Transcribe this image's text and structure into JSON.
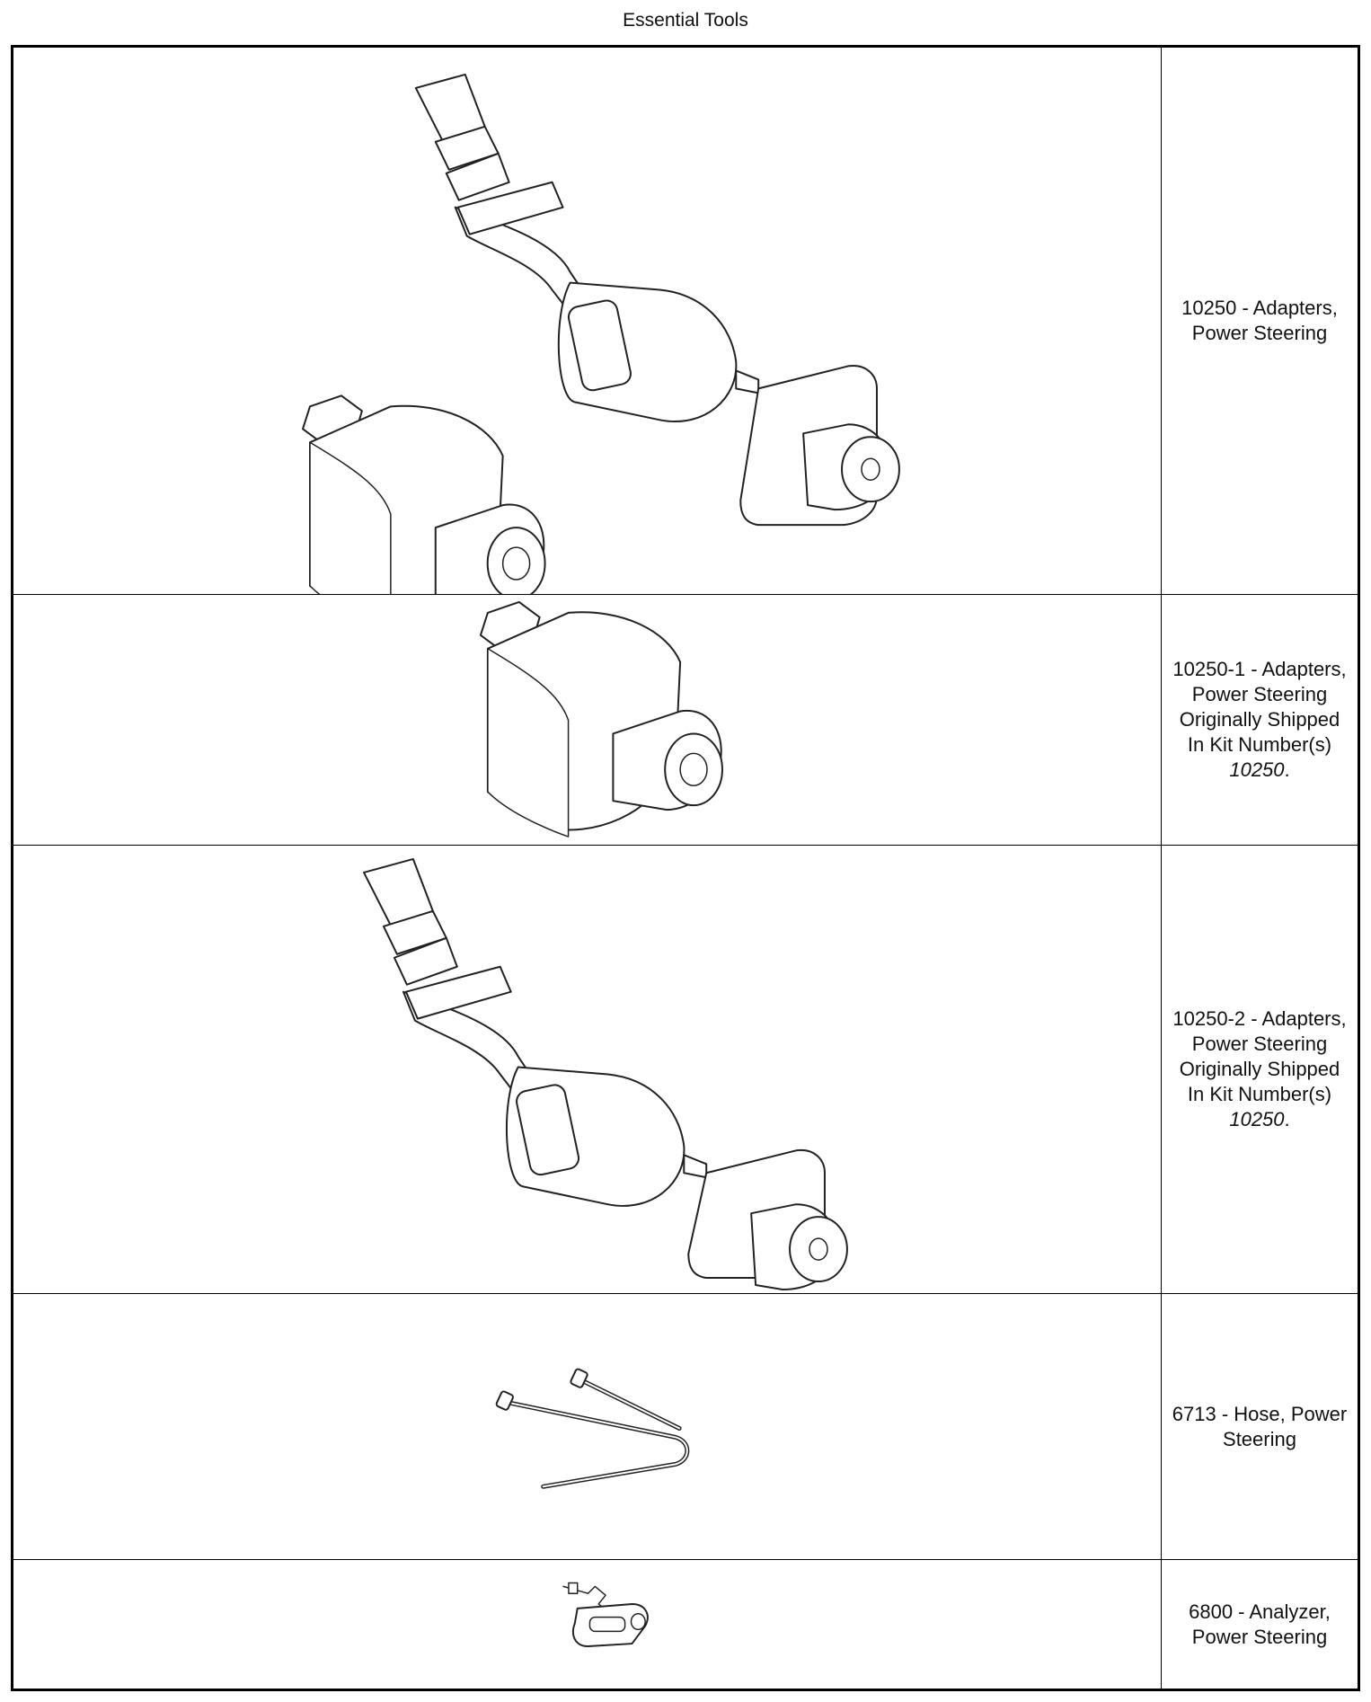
{
  "page": {
    "title": "Essential Tools"
  },
  "tools": [
    {
      "code": "10250",
      "lines": [
        "10250 - Adapters,",
        "Power Steering"
      ],
      "kit_ref": "",
      "icon": "power-steering-adapters-pair-illustration"
    },
    {
      "code": "10250-1",
      "lines": [
        "10250-1 - Adapters,",
        "Power Steering",
        "Originally Shipped",
        "In Kit Number(s)"
      ],
      "kit_ref": "10250",
      "kit_suffix": ".",
      "icon": "straight-adapter-illustration"
    },
    {
      "code": "10250-2",
      "lines": [
        "10250-2 - Adapters,",
        "Power Steering",
        "Originally Shipped",
        "In Kit Number(s)"
      ],
      "kit_ref": "10250",
      "kit_suffix": ".",
      "icon": "angled-adapter-illustration"
    },
    {
      "code": "6713",
      "lines": [
        "6713 - Hose, Power",
        "Steering"
      ],
      "kit_ref": "",
      "icon": "hose-illustration"
    },
    {
      "code": "6800",
      "lines": [
        "6800 - Analyzer,",
        "Power Steering"
      ],
      "kit_ref": "",
      "icon": "analyzer-illustration"
    }
  ]
}
